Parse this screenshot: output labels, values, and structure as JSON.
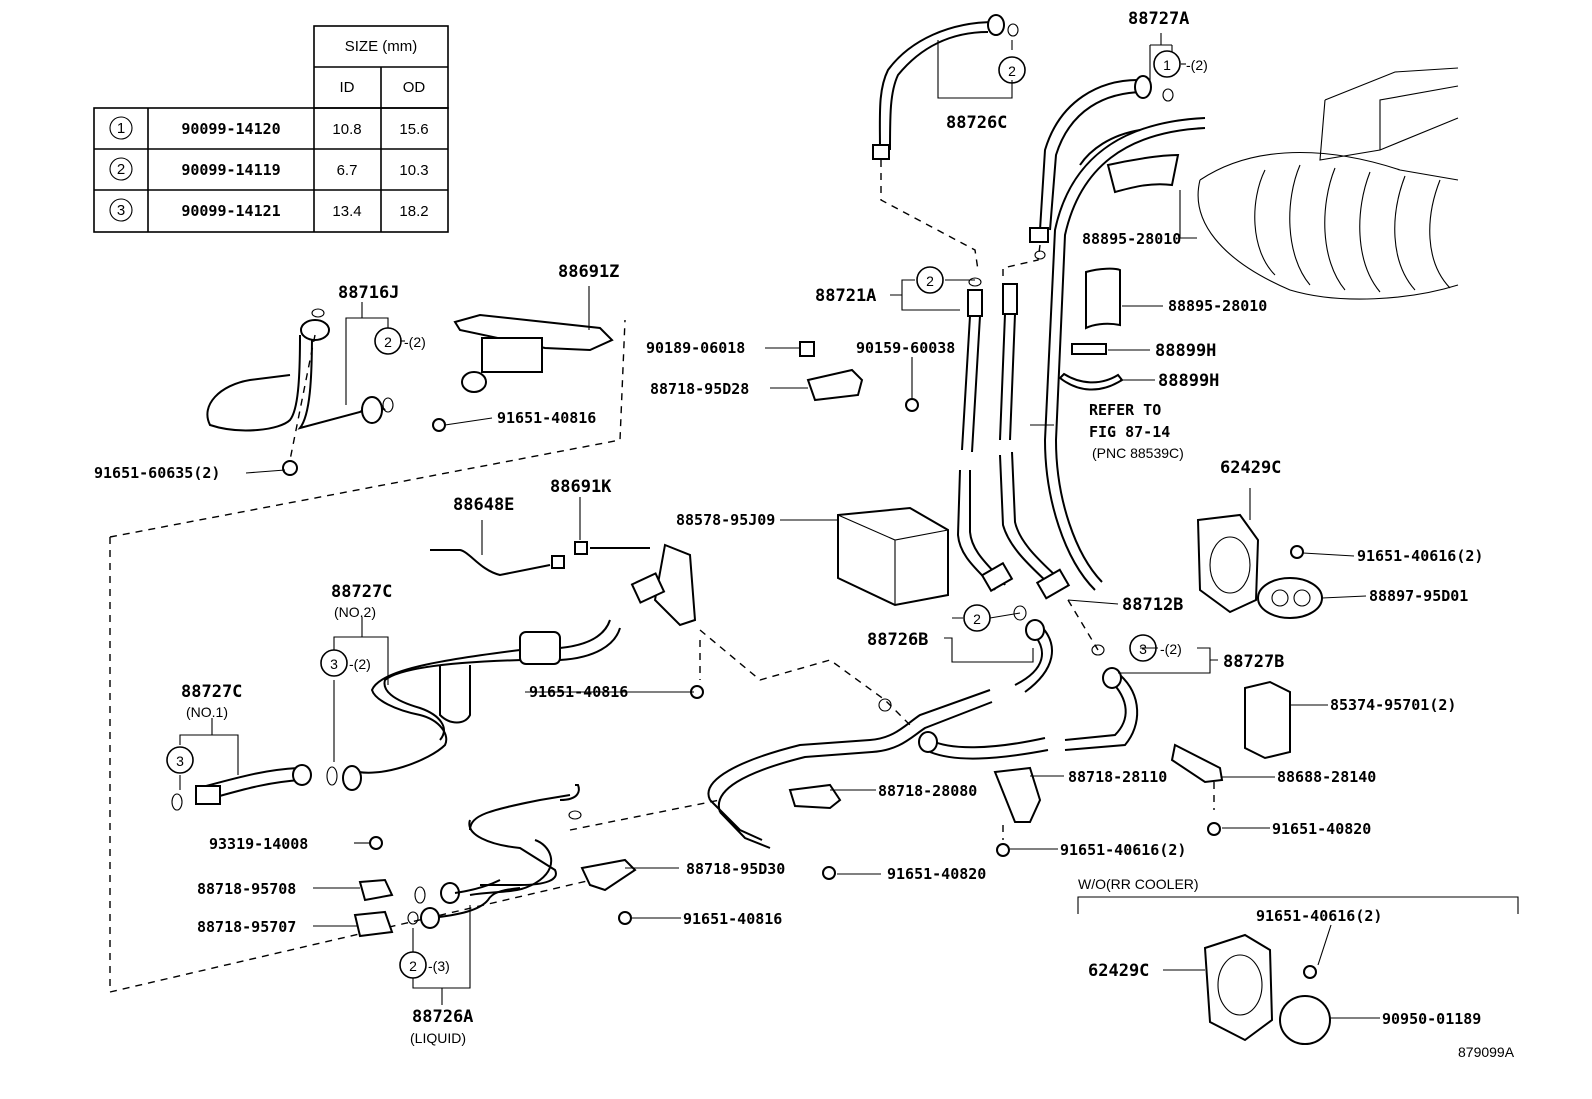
{
  "table": {
    "size_header": "SIZE (mm)",
    "col_id": "ID",
    "col_od": "OD",
    "rows": [
      {
        "marker": "1",
        "part": "90099-14120",
        "id": "10.8",
        "od": "15.6"
      },
      {
        "marker": "2",
        "part": "90099-14119",
        "id": "6.7",
        "od": "10.3"
      },
      {
        "marker": "3",
        "part": "90099-14121",
        "id": "13.4",
        "od": "18.2"
      }
    ]
  },
  "labels": {
    "p88727A": "88727A",
    "p88727A_q": "-(2)",
    "p88726C": "88726C",
    "p88895_1": "88895-28010",
    "p88895_2": "88895-28010",
    "p88899H_1": "88899H",
    "p88899H_2": "88899H",
    "p88721A": "88721A",
    "p90189": "90189-06018",
    "p90159": "90159-60038",
    "p88718_95D28": "88718-95D28",
    "refer1": "REFER TO",
    "refer2": "FIG 87-14",
    "refer3": "(PNC 88539C)",
    "p62429C_top": "62429C",
    "p91651_40616_a": "91651-40616(2)",
    "p88897": "88897-95D01",
    "p88716J": "88716J",
    "p88716J_q": "-(2)",
    "p88691Z": "88691Z",
    "p91651_40816_a": "91651-40816",
    "p91651_60635": "91651-60635(2)",
    "p88648E": "88648E",
    "p88691K": "88691K",
    "p88578": "88578-95J09",
    "p88712B": "88712B",
    "p88726B": "88726B",
    "p88727B": "88727B",
    "p88727B_q": "-(2)",
    "p88727C_no2": "88727C",
    "no2": "(NO.2)",
    "p88727C_no2_q": "-(2)",
    "p91651_40816_b": "91651-40816",
    "p88727C_no1": "88727C",
    "no1": "(NO.1)",
    "p85374": "85374-95701(2)",
    "p88718_28110": "88718-28110",
    "p88688": "88688-28140",
    "p88718_28080": "88718-28080",
    "p91651_40820_a": "91651-40820",
    "p91651_40616_b": "91651-40616(2)",
    "p93319": "93319-14008",
    "p88718_95708": "88718-95708",
    "p88718_95707": "88718-95707",
    "p88718_95D30": "88718-95D30",
    "p91651_40820_b": "91651-40820",
    "p91651_40816_c": "91651-40816",
    "p88726A": "88726A",
    "p88726A_q": "-(3)",
    "liquid": "(LIQUID)",
    "wo_rr": "W/O(RR COOLER)",
    "p91651_40616_c": "91651-40616(2)",
    "p62429C_bot": "62429C",
    "p90950": "90950-01189",
    "fig_id": "879099A"
  },
  "markers": {
    "m1": "1",
    "m2": "2",
    "m3": "3"
  }
}
